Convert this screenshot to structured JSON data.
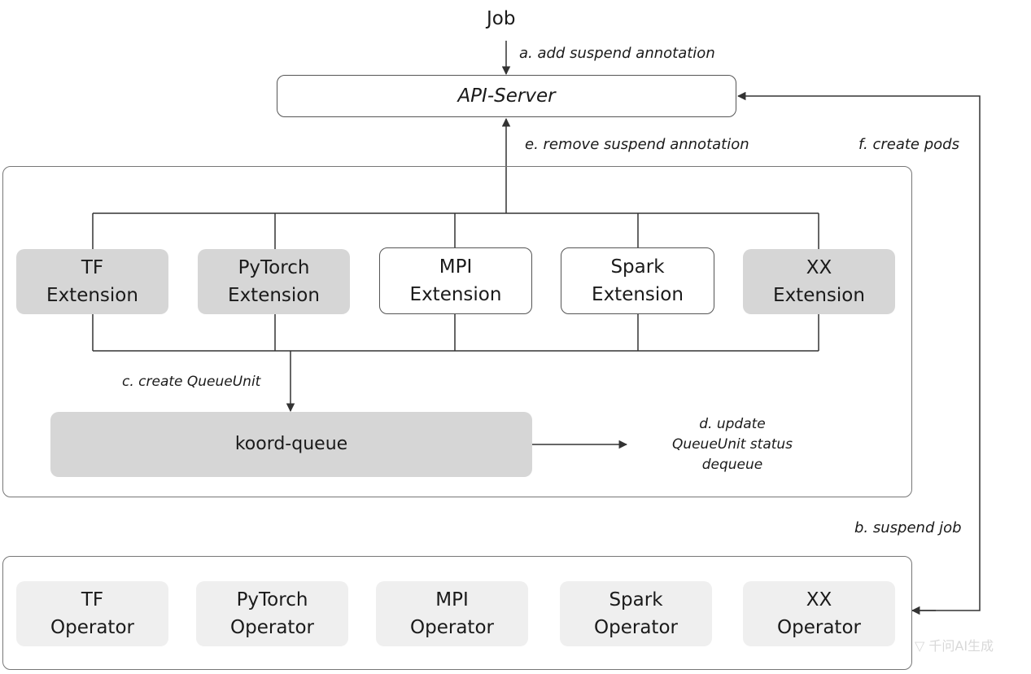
{
  "job": "Job",
  "api_server": "API-Server",
  "steps": {
    "a": "a. add suspend annotation",
    "b": "b. suspend job",
    "c": "c. create QueueUnit",
    "d": [
      "d. update",
      "QueueUnit status",
      "dequeue"
    ],
    "e": "e. remove suspend annotation",
    "f": "f. create pods"
  },
  "extensions": [
    {
      "line1": "TF",
      "line2": "Extension",
      "style": "gray"
    },
    {
      "line1": "PyTorch",
      "line2": "Extension",
      "style": "gray"
    },
    {
      "line1": "MPI",
      "line2": "Extension",
      "style": "white"
    },
    {
      "line1": "Spark",
      "line2": "Extension",
      "style": "white"
    },
    {
      "line1": "XX",
      "line2": "Extension",
      "style": "gray"
    }
  ],
  "queue": "koord-queue",
  "operators": [
    {
      "line1": "TF",
      "line2": "Operator"
    },
    {
      "line1": "PyTorch",
      "line2": "Operator"
    },
    {
      "line1": "MPI",
      "line2": "Operator"
    },
    {
      "line1": "Spark",
      "line2": "Operator"
    },
    {
      "line1": "XX",
      "line2": "Operator"
    }
  ],
  "watermark": "千问AI生成",
  "colors": {
    "gray_box": "#d6d6d6",
    "operator_box": "#efefef",
    "line": "#333333"
  }
}
